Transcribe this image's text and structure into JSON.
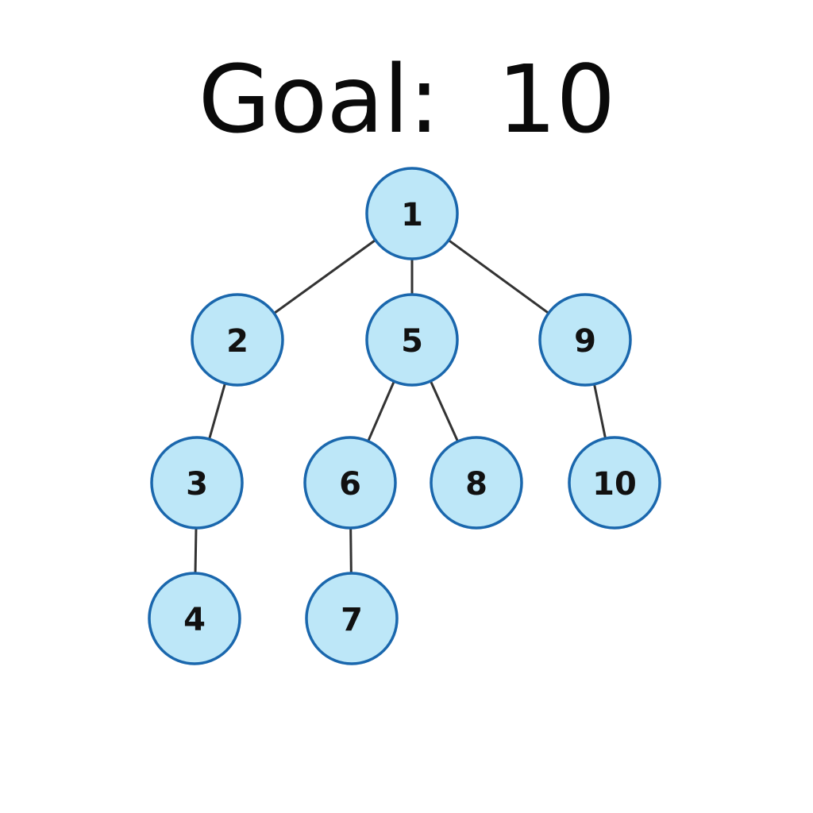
{
  "title": "Goal:  10",
  "colors": {
    "node_fill": "#bde7f8",
    "node_stroke": "#1a67ad",
    "edge": "#333333",
    "text": "#111111"
  },
  "tree": {
    "nodes": [
      {
        "id": "1",
        "label": "1"
      },
      {
        "id": "2",
        "label": "2"
      },
      {
        "id": "5",
        "label": "5"
      },
      {
        "id": "9",
        "label": "9"
      },
      {
        "id": "3",
        "label": "3"
      },
      {
        "id": "6",
        "label": "6"
      },
      {
        "id": "8",
        "label": "8"
      },
      {
        "id": "10",
        "label": "10"
      },
      {
        "id": "4",
        "label": "4"
      },
      {
        "id": "7",
        "label": "7"
      }
    ],
    "edges": [
      {
        "from": "1",
        "to": "2"
      },
      {
        "from": "1",
        "to": "5"
      },
      {
        "from": "1",
        "to": "9"
      },
      {
        "from": "2",
        "to": "3"
      },
      {
        "from": "3",
        "to": "4"
      },
      {
        "from": "5",
        "to": "6"
      },
      {
        "from": "5",
        "to": "8"
      },
      {
        "from": "6",
        "to": "7"
      },
      {
        "from": "9",
        "to": "10"
      }
    ]
  }
}
